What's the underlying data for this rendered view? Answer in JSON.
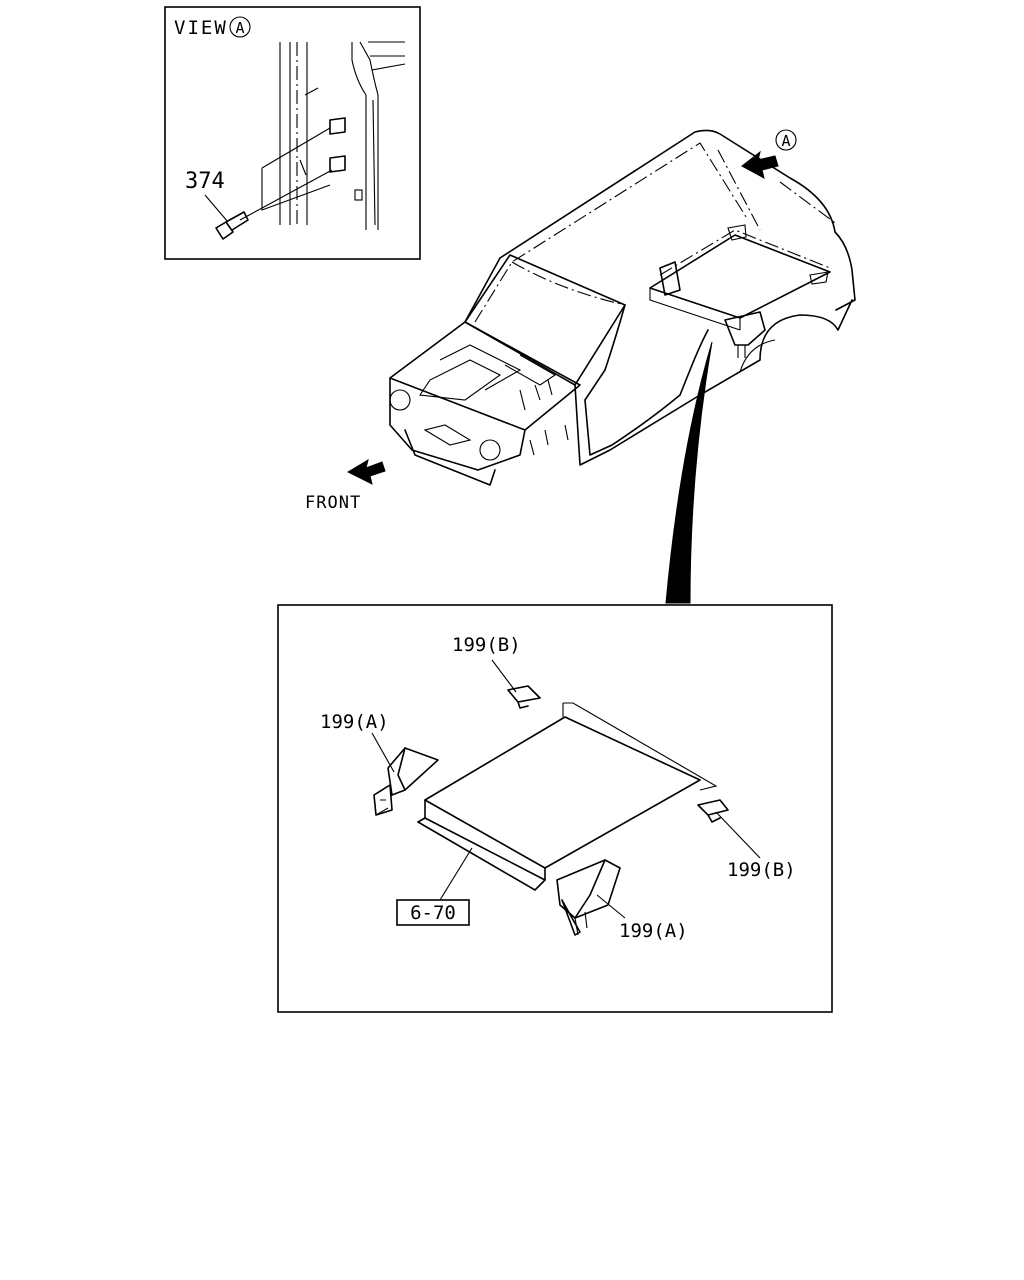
{
  "view_label": "VIEW",
  "view_marker": "A",
  "car_marker": "A",
  "front_label": "FRONT",
  "parts": {
    "bolt": "374",
    "bracket_b_top": "199(B)",
    "bracket_a_left": "199(A)",
    "bracket_b_right": "199(B)",
    "bracket_a_bottom": "199(A)",
    "panel_ref": "6-70"
  }
}
